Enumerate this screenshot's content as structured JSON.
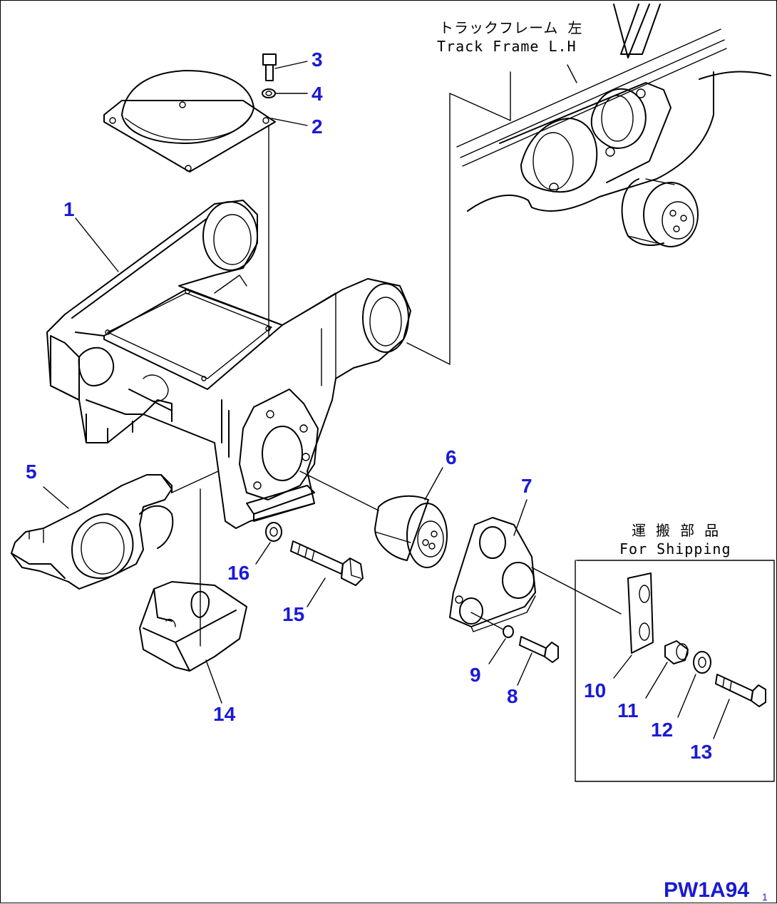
{
  "drawing": {
    "code": "PW1A94",
    "code_suffix": "1",
    "track_frame_jp": "トラックフレーム 左",
    "track_frame_en": "Track Frame L.H",
    "shipping_jp": "運 搬 部 品",
    "shipping_en": "For Shipping"
  },
  "callouts": [
    "1",
    "2",
    "3",
    "4",
    "5",
    "6",
    "7",
    "8",
    "9",
    "10",
    "11",
    "12",
    "13",
    "14",
    "15",
    "16"
  ],
  "colors": {
    "callout": "#1a1ad6",
    "line": "#000000"
  }
}
